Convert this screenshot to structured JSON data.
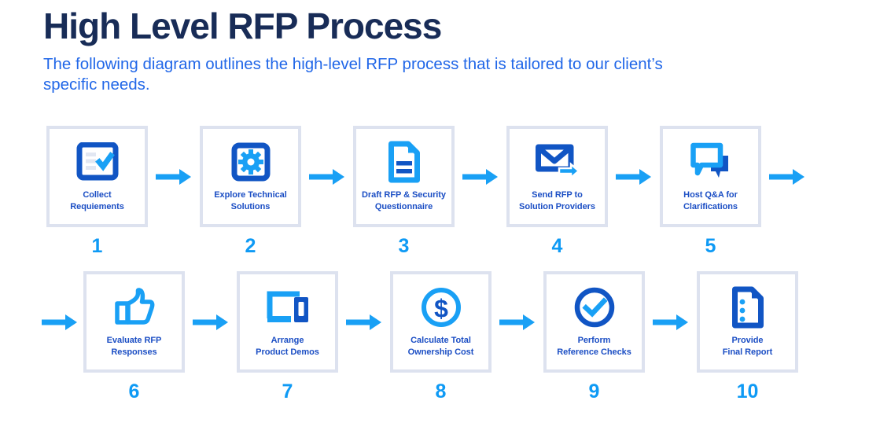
{
  "header": {
    "title": "High Level RFP Process",
    "subtitle": "The following diagram outlines the high-level RFP process that is tailored to our client’s specific needs."
  },
  "colors": {
    "title_navy": "#182c57",
    "subtitle_blue": "#2167e8",
    "label_blue": "#1b4ec4",
    "number_blue": "#0e9af5",
    "accent_bright": "#19a0f5",
    "accent_dark": "#1155c4",
    "card_border": "#dde2ef",
    "background": "#ffffff"
  },
  "diagram": {
    "type": "process-flow",
    "total_steps": 10,
    "rows": [
      {
        "row_index": 1,
        "leading_arrow": false,
        "trailing_arrow": true,
        "steps": [
          {
            "number": "1",
            "label": "Collect\nRequiements",
            "icon": "checklist-icon"
          },
          {
            "number": "2",
            "label": "Explore Technical\nSolutions",
            "icon": "gear-box-icon"
          },
          {
            "number": "3",
            "label": "Draft RFP & Security\nQuestionnaire",
            "icon": "document-lines-icon"
          },
          {
            "number": "4",
            "label": "Send RFP to\nSolution Providers",
            "icon": "envelope-send-icon"
          },
          {
            "number": "5",
            "label": "Host Q&A for\nClarifications",
            "icon": "chat-bubbles-icon"
          }
        ]
      },
      {
        "row_index": 2,
        "leading_arrow": true,
        "trailing_arrow": false,
        "steps": [
          {
            "number": "6",
            "label": "Evaluate RFP\nResponses",
            "icon": "thumbs-up-icon"
          },
          {
            "number": "7",
            "label": "Arrange\nProduct Demos",
            "icon": "devices-icon"
          },
          {
            "number": "8",
            "label": "Calculate Total\nOwnership Cost",
            "icon": "dollar-circle-icon"
          },
          {
            "number": "9",
            "label": "Perform\nReference Checks",
            "icon": "check-circle-icon"
          },
          {
            "number": "10",
            "label": "Provide\nFinal Report",
            "icon": "report-dots-icon"
          }
        ]
      }
    ],
    "arrow_icon": "arrow-right-icon"
  }
}
